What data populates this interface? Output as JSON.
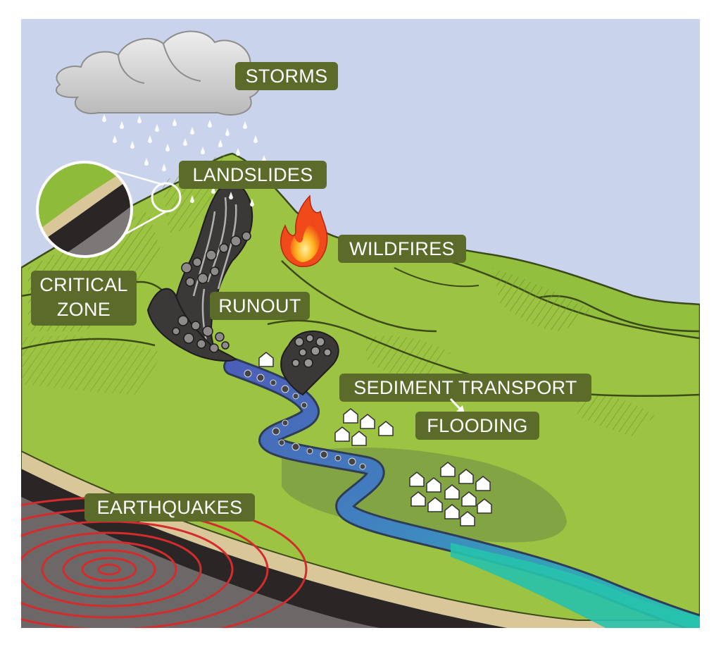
{
  "labels": {
    "storms": "STORMS",
    "landslides": "LANDSLIDES",
    "wildfires": "WILDFIRES",
    "critical_zone_line1": "CRITICAL",
    "critical_zone_line2": "ZONE",
    "runout": "RUNOUT",
    "sediment_transport": "SEDIMENT TRANSPORT",
    "flooding": "FLOODING",
    "earthquakes": "EARTHQUAKES"
  },
  "colors": {
    "sky": "#c9d4ec",
    "grass": "#8fbb3a",
    "grass_light": "#a8cb4a",
    "outline": "#3c4a1a",
    "label_bg": "#5a6b2a",
    "river": "#3aa6b8",
    "river_deep": "#4a6fc0",
    "flood": "#7a9a44",
    "soil": "#d9c79a",
    "rock": "#2a2626",
    "quake": "#d42c2c",
    "fire_outer": "#f05a1e",
    "fire_inner": "#ffd23c"
  }
}
